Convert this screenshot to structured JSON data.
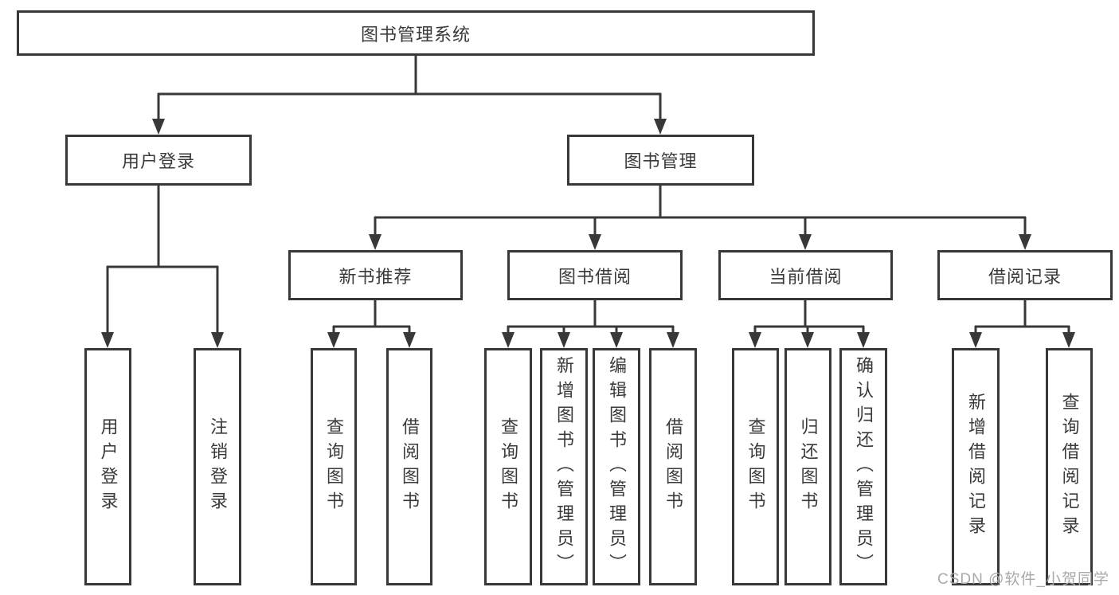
{
  "title": "图书管理系统",
  "watermark": "CSDN @软件_小贺同学",
  "colors": {
    "line": "#383838",
    "text": "#3a3a3a",
    "box_background": "#ffffff",
    "watermark": "#a9a9a9"
  },
  "nodes": [
    {
      "id": "root",
      "label": "图书管理系统"
    },
    {
      "id": "user-login",
      "label": "用户登录"
    },
    {
      "id": "book-management",
      "label": "图书管理"
    },
    {
      "id": "new-book-recommend",
      "label": "新书推荐"
    },
    {
      "id": "book-borrowing",
      "label": "图书借阅"
    },
    {
      "id": "current-borrowing",
      "label": "当前借阅"
    },
    {
      "id": "borrowing-records",
      "label": "借阅记录"
    },
    {
      "id": "leaf-user-login",
      "label": "用户登录"
    },
    {
      "id": "leaf-logout",
      "label": "注销登录"
    },
    {
      "id": "leaf-query-books-recommend",
      "label": "查询图书"
    },
    {
      "id": "leaf-borrow-books-recommend",
      "label": "借阅图书"
    },
    {
      "id": "leaf-query-books-borrowing",
      "label": "查询图书"
    },
    {
      "id": "leaf-add-books-admin",
      "label": "新增图书（管理员）"
    },
    {
      "id": "leaf-edit-books-admin",
      "label": "编辑图书（管理员）"
    },
    {
      "id": "leaf-borrow-books-borrowing",
      "label": "借阅图书"
    },
    {
      "id": "leaf-query-books-current",
      "label": "查询图书"
    },
    {
      "id": "leaf-return-books",
      "label": "归还图书"
    },
    {
      "id": "leaf-confirm-return-admin",
      "label": "确认归还（管理员）"
    },
    {
      "id": "leaf-add-borrow-record",
      "label": "新增借阅记录"
    },
    {
      "id": "leaf-query-borrow-record",
      "label": "查询借阅记录"
    }
  ],
  "hierarchy": {
    "图书管理系统": {
      "用户登录": [
        "用户登录",
        "注销登录"
      ],
      "图书管理": {
        "新书推荐": [
          "查询图书",
          "借阅图书"
        ],
        "图书借阅": [
          "查询图书",
          "新增图书（管理员）",
          "编辑图书（管理员）",
          "借阅图书"
        ],
        "当前借阅": [
          "查询图书",
          "归还图书",
          "确认归还（管理员）"
        ],
        "借阅记录": [
          "新增借阅记录",
          "查询借阅记录"
        ]
      }
    }
  }
}
